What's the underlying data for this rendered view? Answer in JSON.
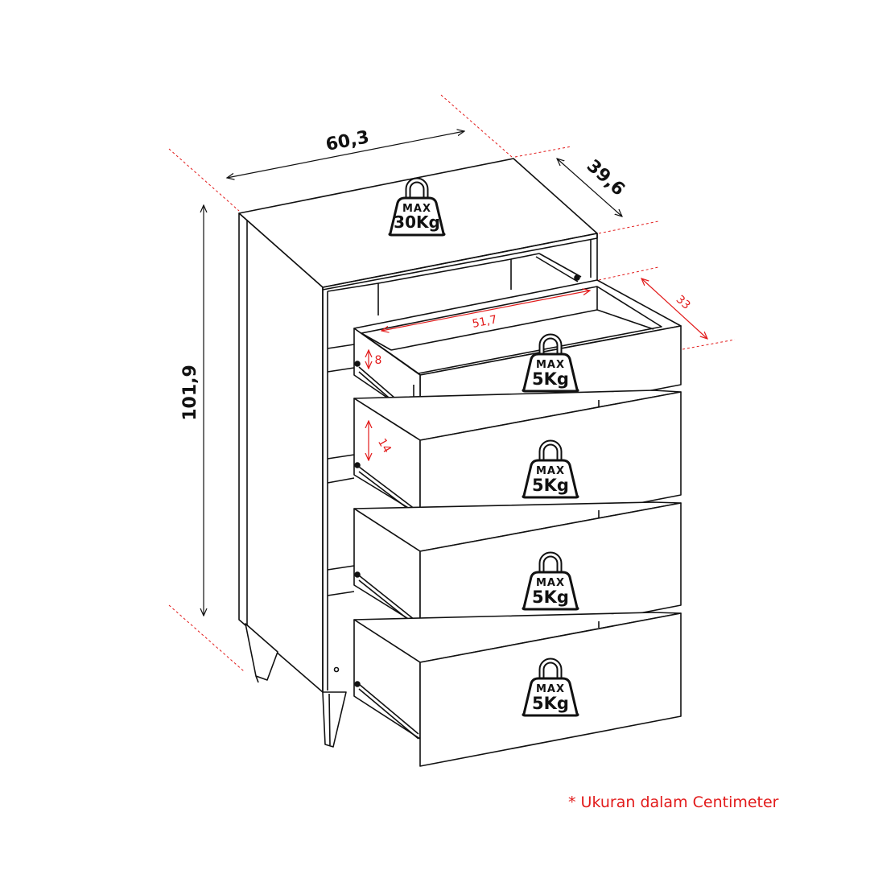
{
  "dimensions": {
    "width": "60,3",
    "depth": "39,6",
    "height": "101,9",
    "drawer_inner_width": "51,7",
    "drawer_inner_depth": "33",
    "top_drawer_height": "8",
    "drawer_height": "14"
  },
  "weights": {
    "top": {
      "max_label": "MAX",
      "value": "30Kg"
    },
    "drawers": [
      {
        "max_label": "MAX",
        "value": "5Kg"
      },
      {
        "max_label": "MAX",
        "value": "5Kg"
      },
      {
        "max_label": "MAX",
        "value": "5Kg"
      },
      {
        "max_label": "MAX",
        "value": "5Kg"
      }
    ]
  },
  "footnote": "* Ukuran dalam Centimeter",
  "colors": {
    "line": "#111111",
    "accent": "#e21b1b",
    "background": "#ffffff"
  },
  "icons": {
    "weight": "weight-icon"
  }
}
